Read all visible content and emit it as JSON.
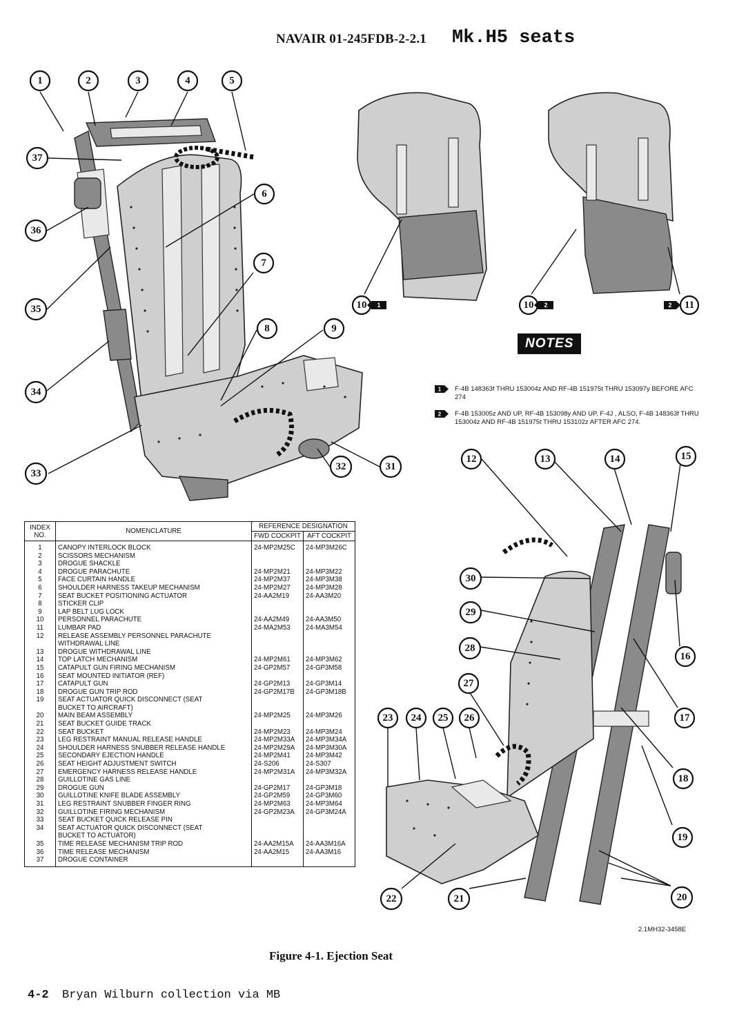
{
  "header": {
    "doc_number": "NAVAIR 01-245FDB-2-2.1",
    "model": "Mk.H5 seats"
  },
  "callouts": [
    "1",
    "2",
    "3",
    "4",
    "5",
    "6",
    "7",
    "8",
    "9",
    "10",
    "11",
    "12",
    "13",
    "14",
    "15",
    "16",
    "17",
    "18",
    "19",
    "20",
    "21",
    "22",
    "23",
    "24",
    "25",
    "26",
    "27",
    "28",
    "29",
    "30",
    "31",
    "32",
    "33",
    "34",
    "35",
    "36",
    "37"
  ],
  "notes": {
    "badge": "NOTES",
    "items": [
      {
        "flag": "1",
        "text": "F-4B 148363f THRU 153004z AND RF-4B 151975t THRU 153097y BEFORE AFC 274"
      },
      {
        "flag": "2",
        "text": "F-4B 153005z AND UP, RF-4B 153098y AND UP, F-4J , ALSO, F-4B 148363f THRU 153004z AND RF-4B 151975t THRU 153102z AFTER AFC 274."
      }
    ]
  },
  "table": {
    "headers": {
      "index": "INDEX NO.",
      "nomenclature": "NOMENCLATURE",
      "ref": "REFERENCE DESIGNATION",
      "fwd": "FWD COCKPIT",
      "aft": "AFT COCKPIT"
    },
    "rows": [
      {
        "index": "1",
        "name": "CANOPY INTERLOCK BLOCK",
        "fwd": "24-MP2M25C",
        "aft": "24-MP3M26C"
      },
      {
        "index": "2",
        "name": "SCISSORS MECHANISM",
        "fwd": "",
        "aft": ""
      },
      {
        "index": "3",
        "name": "DROGUE SHACKLE",
        "fwd": "",
        "aft": ""
      },
      {
        "index": "4",
        "name": "DROGUE PARACHUTE",
        "fwd": "24-MP2M21",
        "aft": "24-MP3M22"
      },
      {
        "index": "5",
        "name": "FACE CURTAIN HANDLE",
        "fwd": "24-MP2M37",
        "aft": "24-MP3M38"
      },
      {
        "index": "6",
        "name": "SHOULDER HARNESS TAKEUP MECHANISM",
        "fwd": "24-MP2M27",
        "aft": "24-MP3M28"
      },
      {
        "index": "7",
        "name": "SEAT BUCKET POSITIONING ACTUATOR",
        "fwd": "24-AA2M19",
        "aft": "24-AA3M20"
      },
      {
        "index": "8",
        "name": "STICKER CLIP",
        "fwd": "",
        "aft": ""
      },
      {
        "index": "9",
        "name": "LAP BELT LUG LOCK",
        "fwd": "",
        "aft": ""
      },
      {
        "index": "10",
        "name": "PERSONNEL PARACHUTE",
        "fwd": "24-AA2M49",
        "aft": "24-AA3M50"
      },
      {
        "index": "11",
        "name": "LUMBAR PAD",
        "fwd": "24-MA2M53",
        "aft": "24-MA3M54"
      },
      {
        "index": "12",
        "name": "RELEASE ASSEMBLY PERSONNEL PARACHUTE",
        "fwd": "",
        "aft": ""
      },
      {
        "index": "",
        "name": "WITHDRAWAL LINE",
        "fwd": "",
        "aft": ""
      },
      {
        "index": "13",
        "name": "DROGUE WITHDRAWAL LINE",
        "fwd": "",
        "aft": ""
      },
      {
        "index": "14",
        "name": "TOP LATCH MECHANISM",
        "fwd": "24-MP2M61",
        "aft": "24-MP3M62"
      },
      {
        "index": "15",
        "name": "CATAPULT GUN FIRING MECHANISM",
        "fwd": "24-GP2M57",
        "aft": "24-GP3M58"
      },
      {
        "index": "16",
        "name": "SEAT MOUNTED INITIATOR (REF)",
        "fwd": "",
        "aft": ""
      },
      {
        "index": "17",
        "name": "CATAPULT GUN",
        "fwd": "24-GP2M13",
        "aft": "24-GP3M14"
      },
      {
        "index": "18",
        "name": "DROGUE GUN TRIP ROD",
        "fwd": "24-GP2M17B",
        "aft": "24-GP3M18B"
      },
      {
        "index": "19",
        "name": "SEAT ACTUATOR QUICK DISCONNECT (SEAT",
        "fwd": "",
        "aft": ""
      },
      {
        "index": "",
        "name": "BUCKET TO AIRCRAFT)",
        "fwd": "",
        "aft": ""
      },
      {
        "index": "20",
        "name": "MAIN BEAM ASSEMBLY",
        "fwd": "24-MP2M25",
        "aft": "24-MP3M26"
      },
      {
        "index": "21",
        "name": "SEAT BUCKET GUIDE TRACK",
        "fwd": "",
        "aft": ""
      },
      {
        "index": "22",
        "name": "SEAT BUCKET",
        "fwd": "24-MP2M23",
        "aft": "24-MP3M24"
      },
      {
        "index": "23",
        "name": "LEG RESTRAINT MANUAL RELEASE HANDLE",
        "fwd": "24-MP2M33A",
        "aft": "24-MP3M34A"
      },
      {
        "index": "24",
        "name": "SHOULDER HARNESS SNUBBER RELEASE HANDLE",
        "fwd": "24-MP2M29A",
        "aft": "24-MP3M30A"
      },
      {
        "index": "25",
        "name": "SECONDARY EJECTION HANDLE",
        "fwd": "24-MP2M41",
        "aft": "24-MP3M42"
      },
      {
        "index": "26",
        "name": "SEAT HEIGHT ADJUSTMENT SWITCH",
        "fwd": "24-S206",
        "aft": "24-S307"
      },
      {
        "index": "27",
        "name": "EMERGENCY HARNESS RELEASE HANDLE",
        "fwd": "24-MP2M31A",
        "aft": "24-MP3M32A"
      },
      {
        "index": "28",
        "name": "GUILLOTINE GAS LINE",
        "fwd": "",
        "aft": ""
      },
      {
        "index": "29",
        "name": "DROGUE GUN",
        "fwd": "24-GP2M17",
        "aft": "24-GP3M18"
      },
      {
        "index": "30",
        "name": "GUILLOTINE KNIFE BLADE ASSEMBLY",
        "fwd": "24-GP2M59",
        "aft": "24-GP3M60"
      },
      {
        "index": "31",
        "name": "LEG RESTRAINT SNUBBER FINGER RING",
        "fwd": "24-MP2M63",
        "aft": "24-MP3M64"
      },
      {
        "index": "32",
        "name": "GUILLOTINE FIRING MECHANISM",
        "fwd": "24-GP2M23A",
        "aft": "24-GP3M24A"
      },
      {
        "index": "33",
        "name": "SEAT BUCKET QUICK RELEASE PIN",
        "fwd": "",
        "aft": ""
      },
      {
        "index": "34",
        "name": "SEAT ACTUATOR QUICK DISCONNECT (SEAT",
        "fwd": "",
        "aft": ""
      },
      {
        "index": "",
        "name": "BUCKET TO ACTUATOR)",
        "fwd": "",
        "aft": ""
      },
      {
        "index": "35",
        "name": "TIME RELEASE MECHANISM TRIP ROD",
        "fwd": "24-AA2M15A",
        "aft": "24-AA3M16A"
      },
      {
        "index": "36",
        "name": "TIME RELEASE MECHANISM",
        "fwd": "24-AA2M15",
        "aft": "24-AA3M16"
      },
      {
        "index": "37",
        "name": "DROGUE CONTAINER",
        "fwd": "",
        "aft": ""
      }
    ]
  },
  "figure_code": "2.1MH32-3458E",
  "caption": "Figure 4-1.  Ejection Seat",
  "footer": {
    "page": "4-2",
    "credit": "Bryan Wilburn collection via MB"
  }
}
